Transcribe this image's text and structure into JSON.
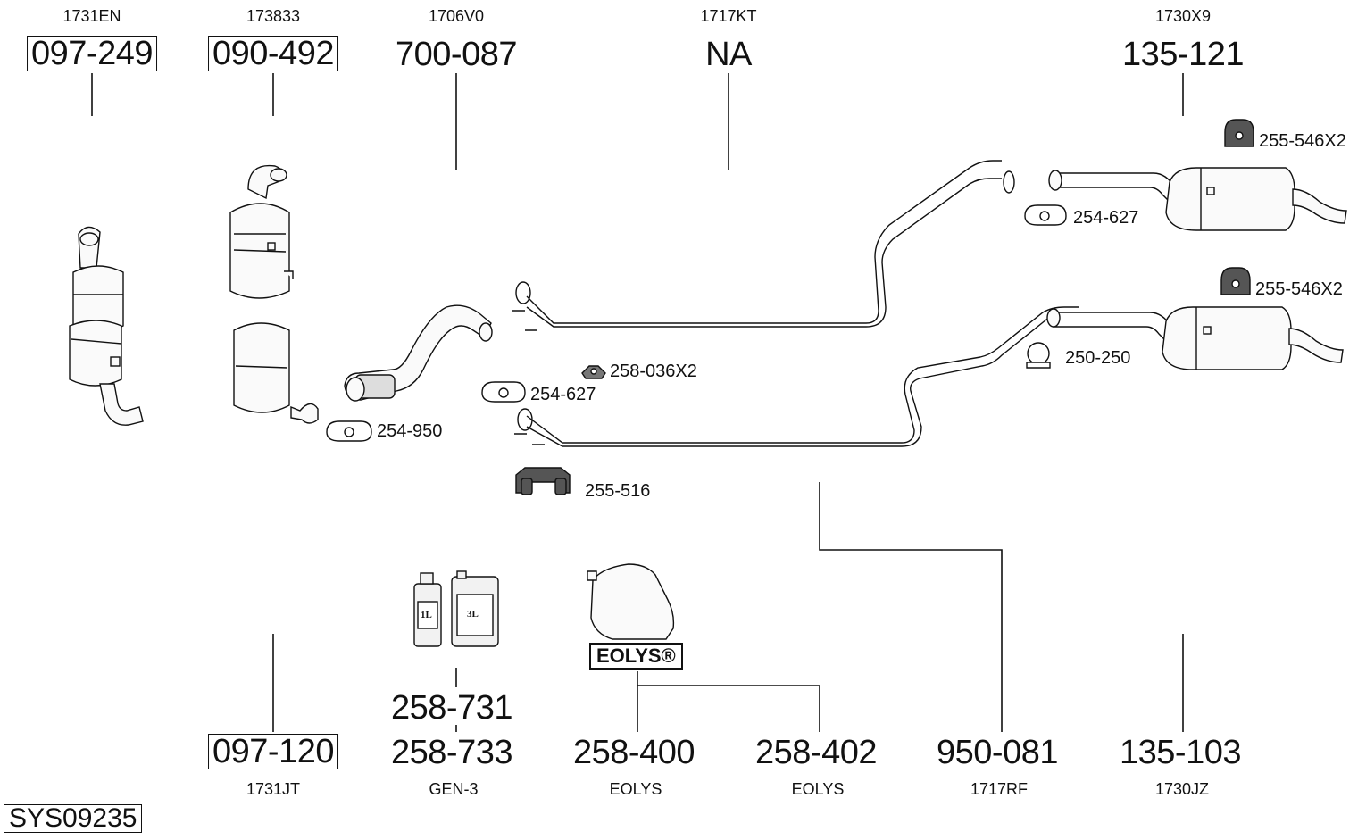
{
  "top_parts": [
    {
      "ref": "1731EN",
      "part": "097-249",
      "boxed": true
    },
    {
      "ref": "173833",
      "part": "090-492",
      "boxed": true
    },
    {
      "ref": "1706V0",
      "part": "700-087",
      "boxed": false
    },
    {
      "ref": "1717KT",
      "part": "NA",
      "boxed": false
    },
    {
      "ref": "1730X9",
      "part": "135-121",
      "boxed": false
    }
  ],
  "bottom_parts": [
    {
      "ref": "1731JT",
      "part": "097-120",
      "boxed": true
    },
    {
      "ref": "GEN-3",
      "part": "258-733",
      "boxed": false
    },
    {
      "ref": "EOLYS",
      "part": "258-400",
      "boxed": false
    },
    {
      "ref": "EOLYS",
      "part": "258-402",
      "boxed": false
    },
    {
      "ref": "1717RF",
      "part": "950-081",
      "boxed": false
    },
    {
      "ref": "1730JZ",
      "part": "135-103",
      "boxed": false
    }
  ],
  "extra_part": "258-731",
  "callouts": {
    "hanger_top": "255-546X2",
    "clamp_top_right": "254-627",
    "hanger_mid": "255-546X2",
    "clamp_mid_right": "250-250",
    "nut": "258-036X2",
    "clamp_mid": "254-627",
    "clamp_left": "254-950",
    "bracket": "255-516"
  },
  "containers": {
    "small": "1L",
    "large": "3L"
  },
  "eolys_badge": "EOLYS®",
  "system_id": "SYS09235"
}
